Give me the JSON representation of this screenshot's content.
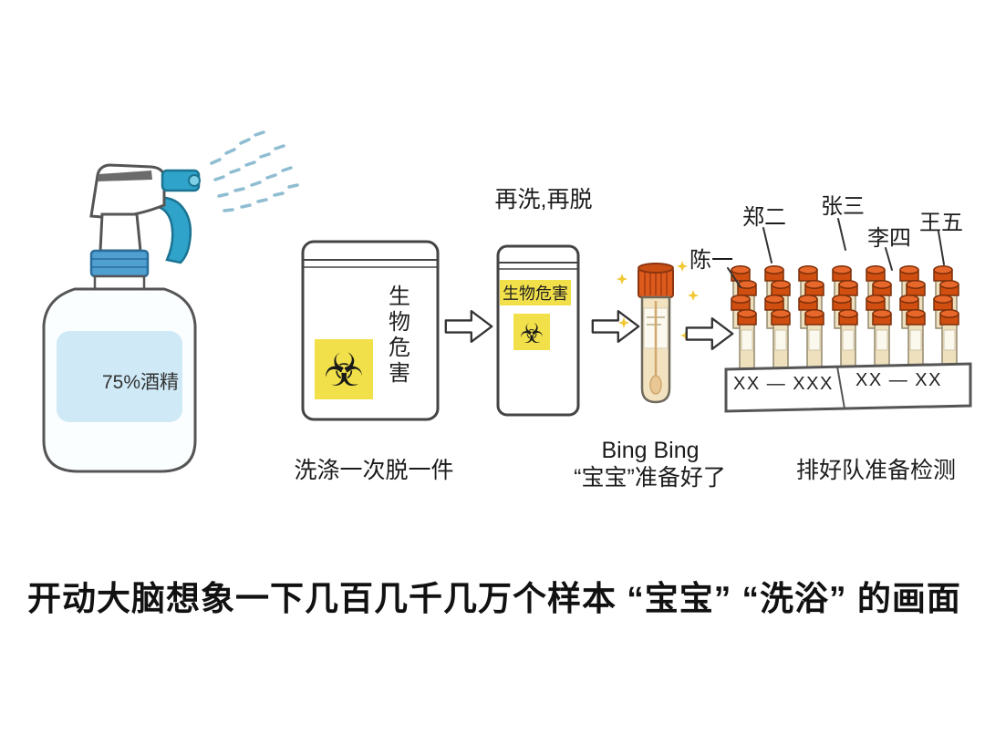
{
  "stage_bottle": {
    "liquid_label": "75%酒精"
  },
  "stage_bag_large": {
    "side_label": "生物危害",
    "caption": "洗涤一次脱一件"
  },
  "stage_bag_small": {
    "caption_above": "再洗,再脱",
    "label": "生物危害"
  },
  "stage_tube": {
    "caption_line1": "Bing Bing",
    "caption_line2": "“宝宝”准备好了"
  },
  "stage_rack": {
    "names": [
      "陈一",
      "郑二",
      "张三",
      "李四",
      "王五"
    ],
    "base_label_left": "XX — XXX",
    "base_label_right": "XX — XX",
    "caption": "排好队准备检测"
  },
  "footer": {
    "headline": "开动大脑想象一下几百几千几万个样本 “宝宝” “洗浴” 的画面"
  },
  "icons": {
    "biohazard_icon": "☣"
  },
  "colors": {
    "hazard_yellow": "#f2e04a",
    "cap_orange": "#cf4e10",
    "alcohol_blue": "#cfe9f7",
    "sprayer_teal": "#2fa3c9"
  }
}
